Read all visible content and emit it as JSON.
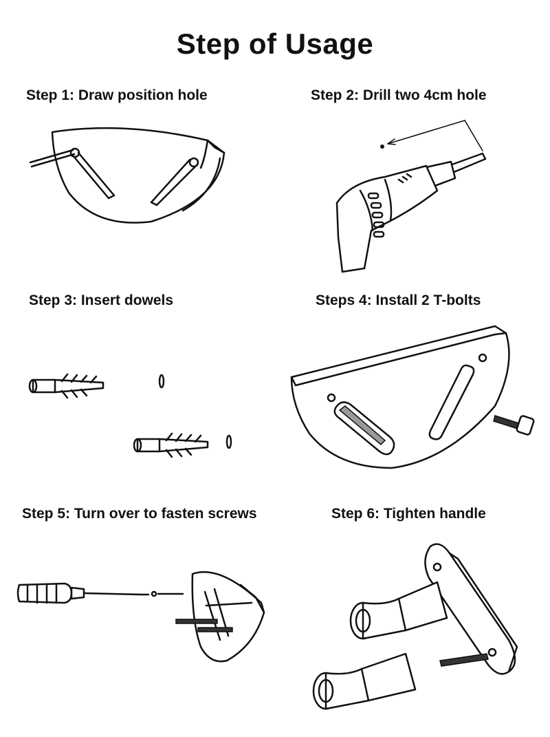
{
  "title": "Step of Usage",
  "steps": [
    {
      "label": "Step 1: Draw position hole",
      "icon": "bracket-with-pencils-icon"
    },
    {
      "label": "Step 2: Drill two 4cm hole",
      "icon": "power-drill-icon"
    },
    {
      "label": "Step 3: Insert dowels",
      "icon": "wall-dowels-icon"
    },
    {
      "label": "Steps 4: Install 2 T-bolts",
      "icon": "bracket-with-t-bolt-icon"
    },
    {
      "label": "Step 5: Turn over to fasten screws",
      "icon": "screwdriver-and-bracket-icon"
    },
    {
      "label": "Step 6: Tighten handle",
      "icon": "handles-on-plate-icon"
    }
  ]
}
